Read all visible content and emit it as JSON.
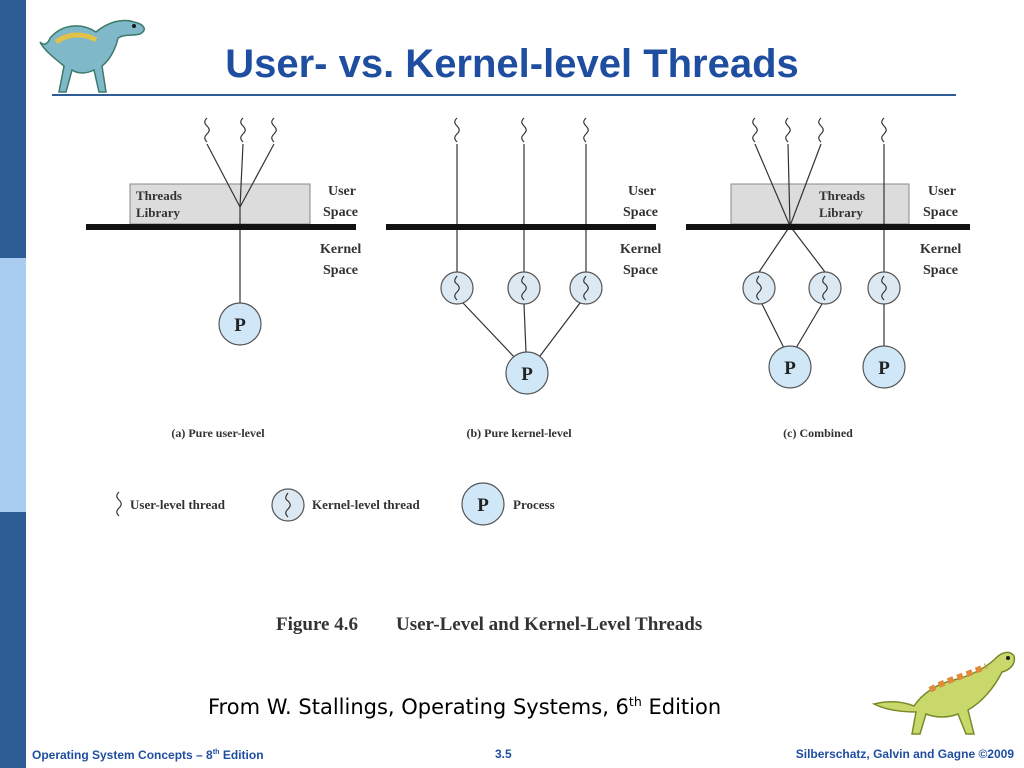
{
  "slide": {
    "title": "User- vs. Kernel-level Threads",
    "credit_main": "From W. Stallings, Operating Systems, 6",
    "credit_sup": "th",
    "credit_tail": " Edition"
  },
  "footer": {
    "left_main": "Operating System Concepts – 8",
    "left_sup": "th",
    "left_tail": " Edition",
    "page": "3.5",
    "right": "Silberschatz, Galvin and Gagne ©2009"
  },
  "figure": {
    "threads_library_line1": "Threads",
    "threads_library_line2": "Library",
    "user_space_line1": "User",
    "user_space_line2": "Space",
    "kernel_space_line1": "Kernel",
    "kernel_space_line2": "Space",
    "process_letter": "P",
    "captions": {
      "a": "(a) Pure user-level",
      "b": "(b) Pure kernel-level",
      "c": "(c) Combined"
    },
    "legend": {
      "user_thread": "User-level thread",
      "kernel_thread": "Kernel-level thread",
      "process": "Process"
    },
    "figure_number": "Figure 4.6",
    "figure_title": "User-Level and Kernel-Level Threads"
  },
  "colors": {
    "title": "#1f4ea0",
    "sidebar_dark": "#2e5c94",
    "sidebar_light": "#a9cdf0",
    "process_fill": "#cfe7f7",
    "library_fill": "#dcdcdc"
  }
}
